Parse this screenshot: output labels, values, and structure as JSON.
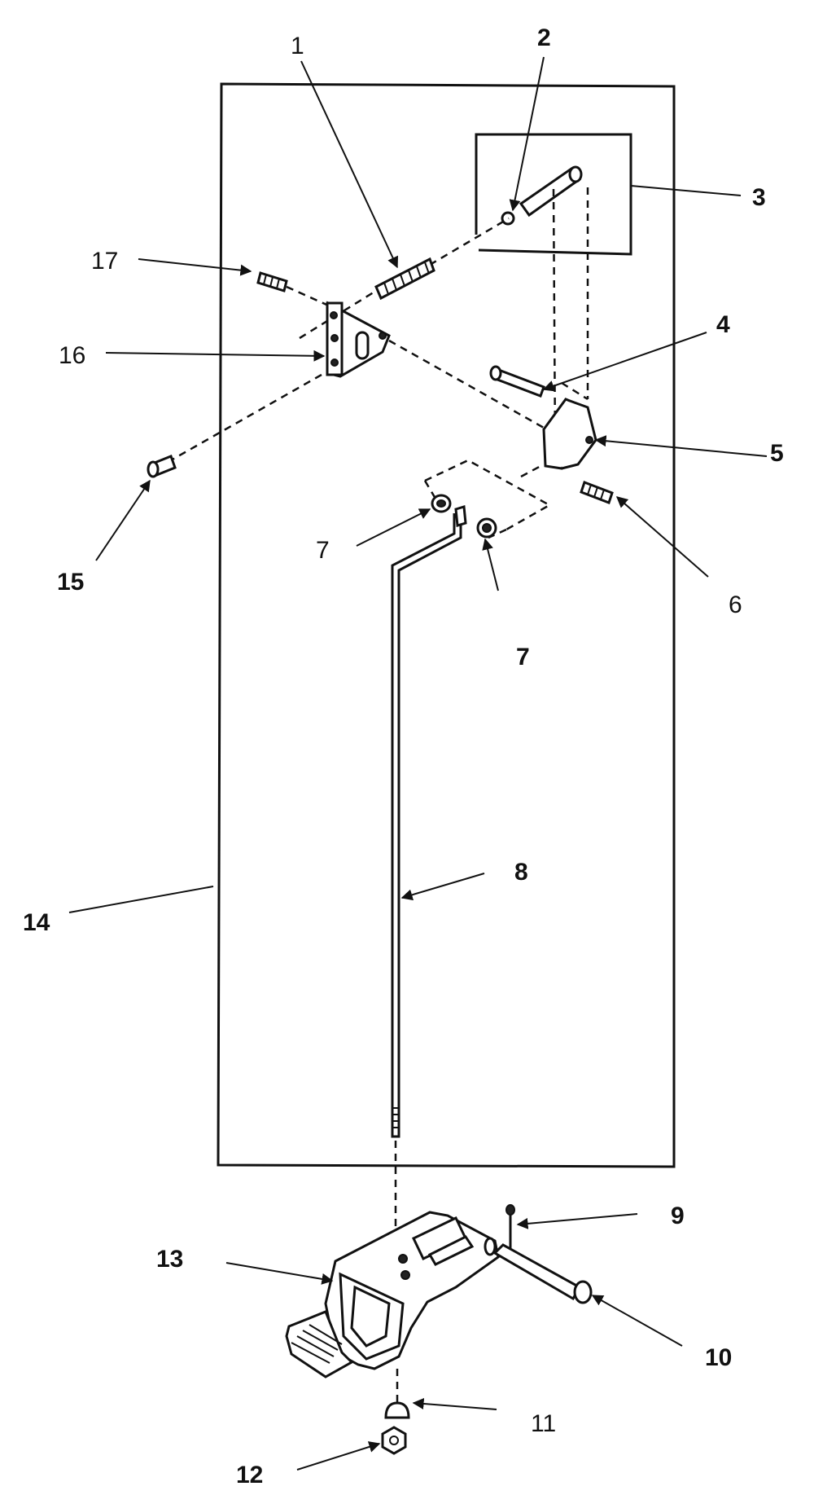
{
  "callouts": {
    "c1": "1",
    "c2": "2",
    "c3": "3",
    "c4": "4",
    "c5": "5",
    "c6": "6",
    "c7a": "7",
    "c7b": "7",
    "c8": "8",
    "c9": "9",
    "c10": "10",
    "c11": "11",
    "c12": "12",
    "c13": "13",
    "c14": "14",
    "c15": "15",
    "c16": "16",
    "c17": "17"
  }
}
